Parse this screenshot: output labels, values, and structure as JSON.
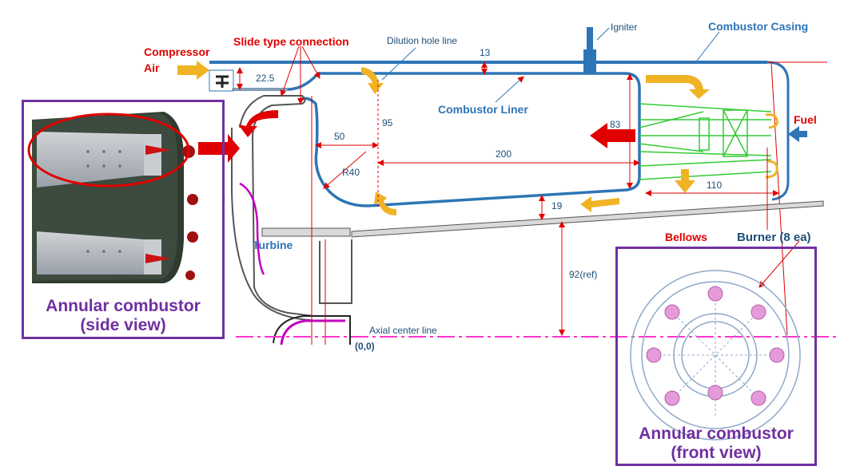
{
  "labels": {
    "compressor_line1": "Compressor",
    "compressor_line2": "Air",
    "slide_connection": "Slide type connection",
    "dilution_hole_line": "Dilution hole line",
    "igniter": "Igniter",
    "combustor_casing": "Combustor Casing",
    "combustor_liner": "Combustor Liner",
    "fuel": "Fuel",
    "turbine": "Turbine",
    "bellows": "Bellows",
    "burner": "Burner (8 ea)",
    "axial_center_line": "Axial center line",
    "origin": "(0,0)"
  },
  "dimensions": {
    "d13": "13",
    "d22_5": "22.5",
    "d95": "95",
    "d83": "83",
    "d50": "50",
    "d200": "200",
    "r40": "R40",
    "d19": "19",
    "d110": "110",
    "d92": "92(ref)"
  },
  "side_view": {
    "caption_line1": "Annular combustor",
    "caption_line2": "(side view)"
  },
  "front_view": {
    "caption_line1": "Annular combustor",
    "caption_line2": "(front view)"
  },
  "colors": {
    "casing_blue": "#2e75b6",
    "dimension_red": "#e00000",
    "arrow_orange": "#f0b323",
    "box_purple": "#7030a0",
    "burner_pink": "#e59ad9",
    "swirler_green": "#33cc33"
  }
}
